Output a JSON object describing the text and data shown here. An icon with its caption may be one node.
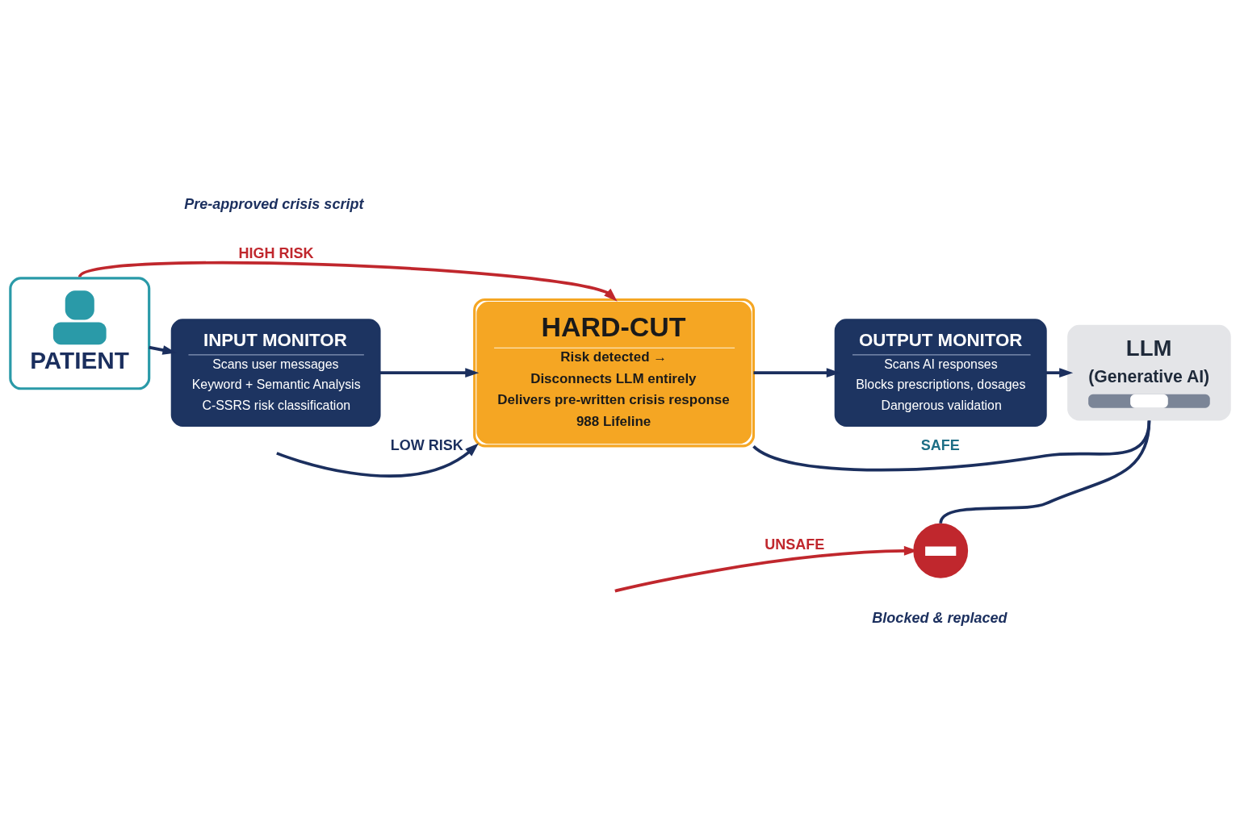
{
  "diagram": {
    "nodes": [
      {
        "text": [
          "PATIENT"
        ]
      },
      {
        "text": [
          "INPUT MONITOR",
          "Scans user messages",
          "Keyword + Semantic Analysis",
          "C-SSRS risk classification"
        ]
      },
      {
        "text": [
          "HARD-CUT",
          "Risk detected →",
          "Disconnects LLM entirely",
          "Delivers pre-written crisis response",
          "988 Lifeline"
        ]
      },
      {
        "text": [
          "OUTPUT MONITOR",
          "Scans AI responses",
          "Blocks prescriptions, dosages",
          "Dangerous validation"
        ]
      },
      {
        "text": [
          "LLM",
          "(Generative AI)"
        ]
      },
      {
        "text": [],
        "shape": "circle"
      }
    ],
    "edges": [
      {
        "from": 0,
        "to": 1,
        "arrow": "to"
      },
      {
        "from": 1,
        "to": 2,
        "arrow": "to"
      },
      {
        "from": 2,
        "to": 3,
        "arrow": "to"
      },
      {
        "from": 3,
        "to": 4,
        "arrow": "to"
      },
      {
        "from": 0,
        "to": 2,
        "arrow": "to",
        "label": "HIGH RISK",
        "color": "#c0272d"
      },
      {
        "from": null,
        "to": 2,
        "arrow": "to",
        "label": "LOW RISK"
      },
      {
        "from": 4,
        "to": 2,
        "arrow": "none",
        "label": "SAFE"
      },
      {
        "from": 4,
        "to": 5,
        "arrow": "none"
      },
      {
        "from": null,
        "to": 5,
        "arrow": "to",
        "label": "UNSAFE",
        "color": "#c0272d"
      }
    ],
    "labels": [
      "Pre-approved crisis script",
      "Blocked & replaced"
    ]
  }
}
